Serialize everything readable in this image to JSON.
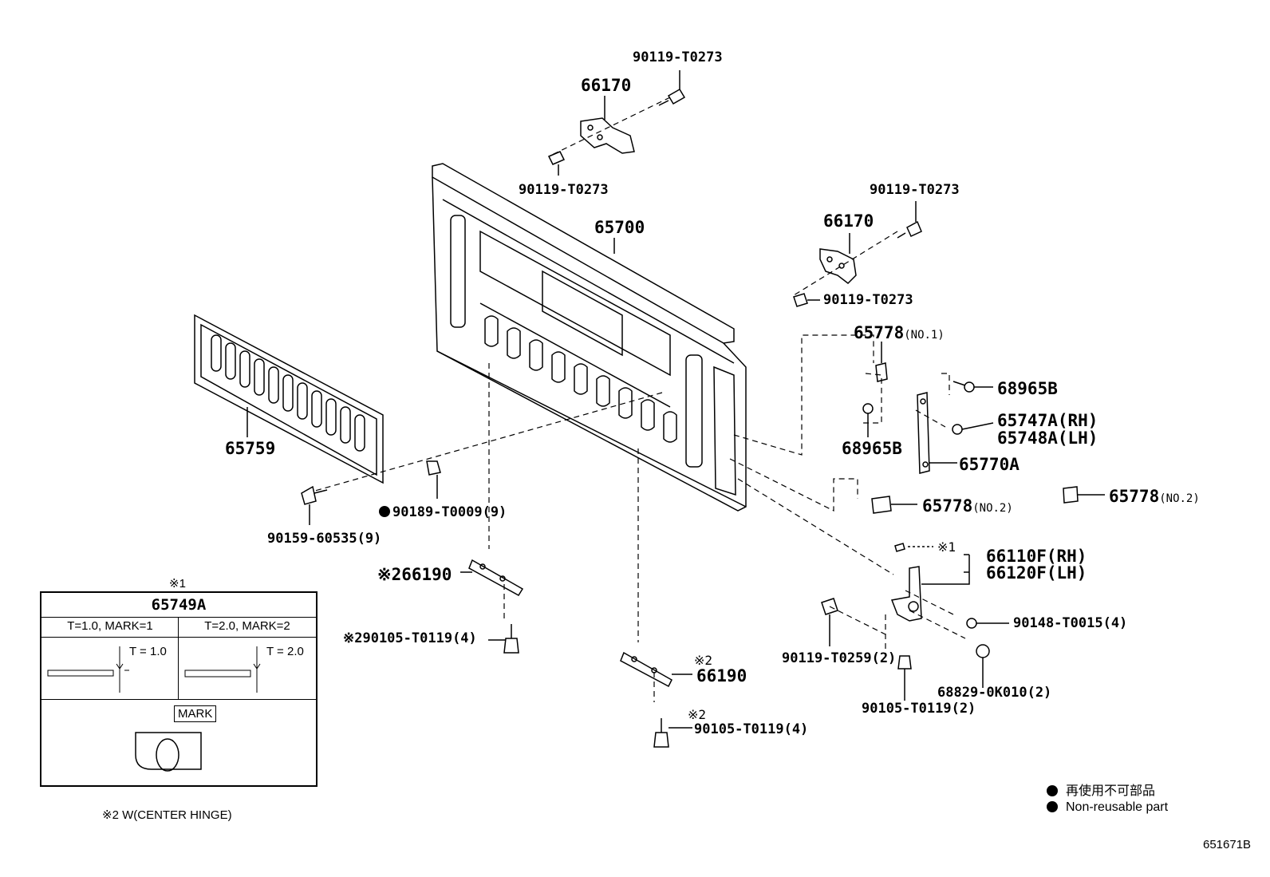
{
  "labels": {
    "bolt_top_a": "90119-T0273",
    "hinge_top_a": "66170",
    "bolt_top_a2": "90119-T0273",
    "bolt_top_b": "90119-T0273",
    "hinge_top_b": "66170",
    "bolt_top_b2": "90119-T0273",
    "panel": "65700",
    "protector": "65759",
    "clip": "90189-T0009(9)",
    "screw": "90159-60535(9)",
    "stopper_no1": "65778",
    "stopper_no1_tag": "(NO.1)",
    "bolt_68965b_a": "68965B",
    "bolt_68965b_b": "68965B",
    "cable_rh": "65747A(RH)",
    "cable_lh": "65748A(LH)",
    "cable_65770a": "65770A",
    "stopper_no2_a": "65778",
    "stopper_no2_a_tag": "(NO.2)",
    "stopper_no2_b": "65778",
    "stopper_no2_b_tag": "(NO.2)",
    "note_mark1": "※1",
    "hinge_rh": "66110F(RH)",
    "hinge_lh": "66120F(LH)",
    "bolt_90148": "90148-T0015(4)",
    "bolt_90119_t0259": "90119-T0259(2)",
    "nut_68829": "68829-0K010(2)",
    "bolt_90105_c": "90105-T0119(2)",
    "center_hinge_a": "※266190",
    "center_bolt_a": "※290105-T0119(4)",
    "center_hinge_b_mark": "※2",
    "center_hinge_b": "66190",
    "center_bolt_b_mark": "※2",
    "center_bolt_b": "90105-T0119(4)"
  },
  "inset": {
    "mark": "※1",
    "title": "65749A",
    "col1": "T=1.0, MARK=1",
    "col2": "T=2.0, MARK=2",
    "t1": "T = 1.0",
    "t2": "T = 2.0",
    "mark_tag": "MARK"
  },
  "footnote": "※2  W(CENTER HINGE)",
  "legend": {
    "jp": "再使用不可部品",
    "en": "Non-reusable part"
  },
  "diagram_id": "651671B"
}
